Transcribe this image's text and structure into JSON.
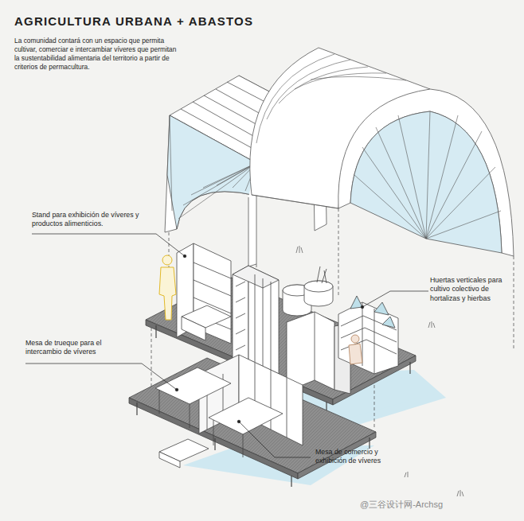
{
  "diagram": {
    "title": "AGRICULTURA URBANA + ABASTOS",
    "labels": [
      "La comunidad contará con un espacio que permita cultivar, comerciar e intercambiar víveres que permitan la sustentabilidad alimentaria del territorio a partir de criterios de permacultura.",
      "Stand para exhibición de víveres y productos alimenticios.",
      "Huertas verticales para cultivo colectivo de hortalizas y hierbas",
      "Mesa de trueque para el intercambio de víveres",
      "Mesa de comercio y exhibición de víveres",
      "@三谷设计网-Archsg"
    ]
  }
}
